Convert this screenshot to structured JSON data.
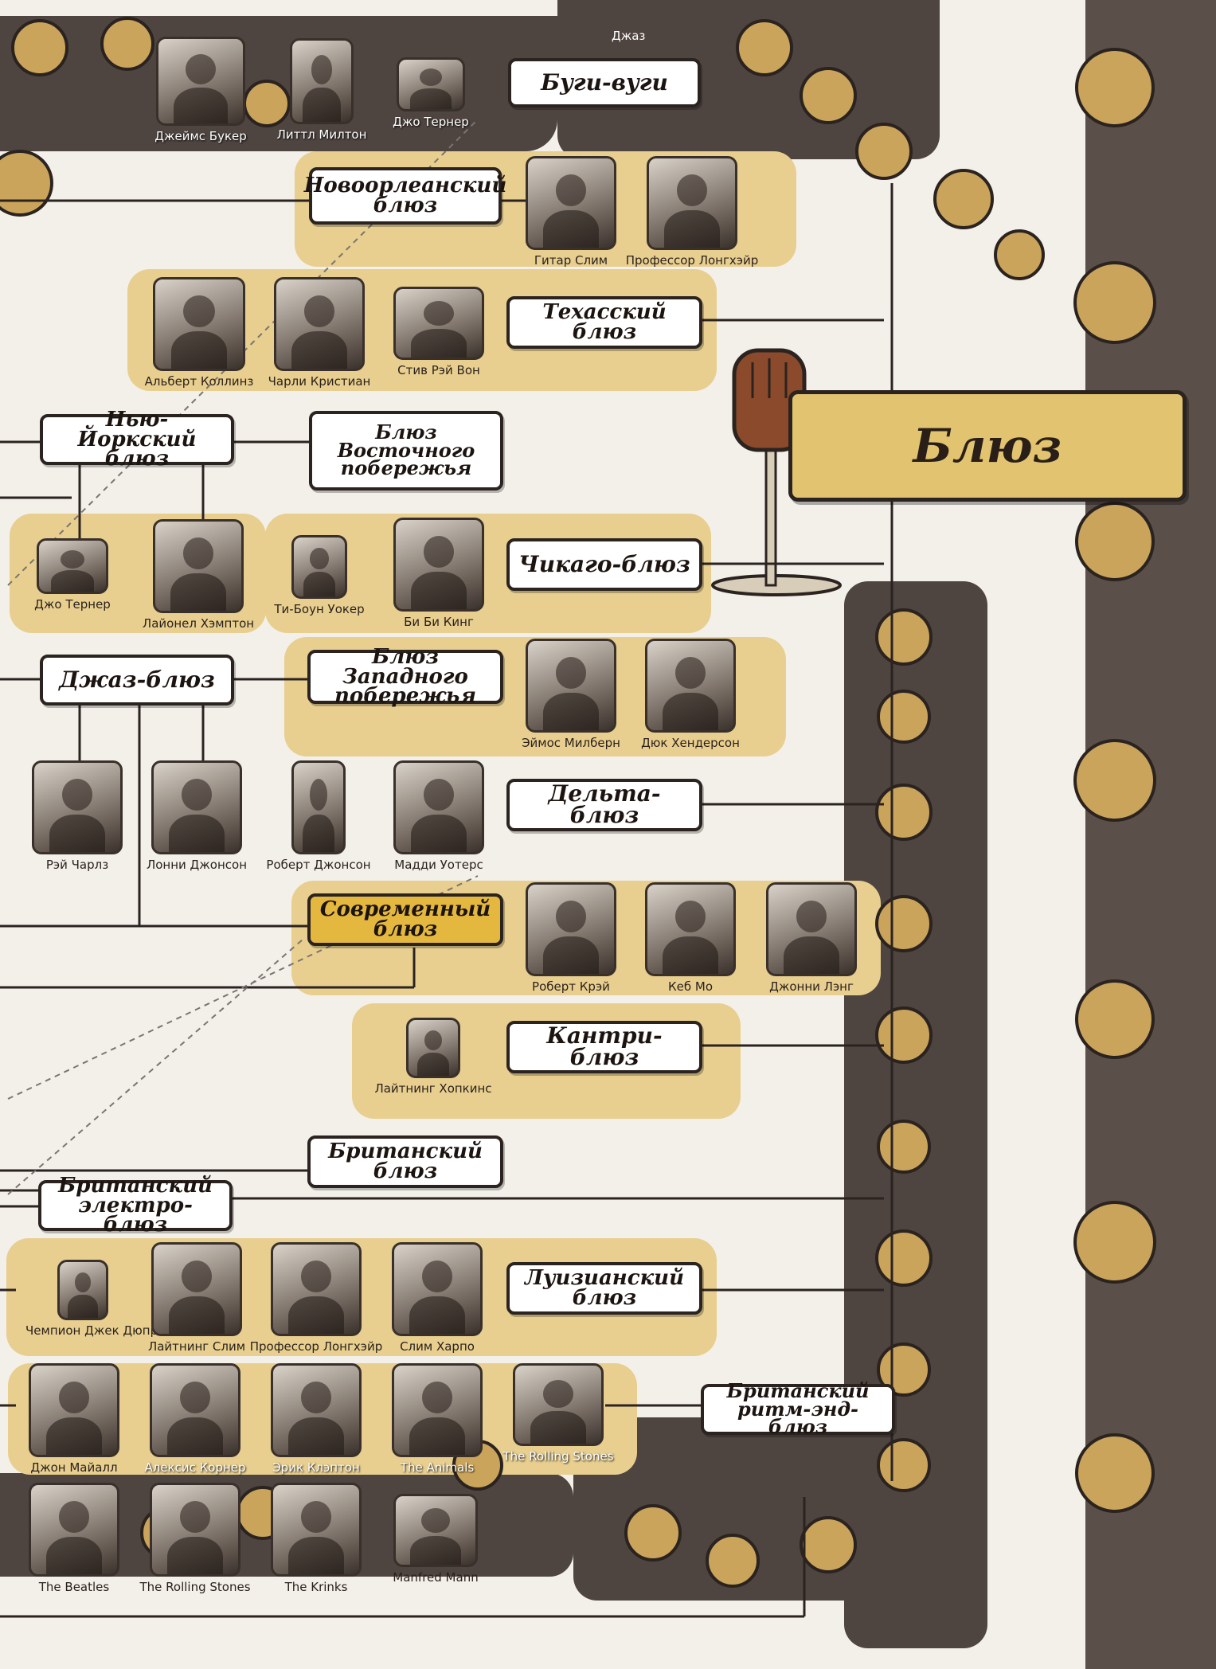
{
  "central_genre": "Блюз",
  "top_label": "Джаз",
  "genres": [
    {
      "id": "boogie",
      "label": "Буги-вуги"
    },
    {
      "id": "new_orleans",
      "label": "Новоорлеанский\nблюз"
    },
    {
      "id": "texas",
      "label": "Техасский\nблюз"
    },
    {
      "id": "new_york",
      "label": "Нью-Йоркский\nблюз"
    },
    {
      "id": "east_coast",
      "label": "Блюз\nВосточного\nпобережья"
    },
    {
      "id": "chicago",
      "label": "Чикаго-блюз"
    },
    {
      "id": "jazz_blues",
      "label": "Джаз-блюз"
    },
    {
      "id": "west_coast",
      "label": "Блюз Западного\nпобережья"
    },
    {
      "id": "delta",
      "label": "Дельта-блюз"
    },
    {
      "id": "modern",
      "label": "Современный\nблюз"
    },
    {
      "id": "country",
      "label": "Кантри-блюз"
    },
    {
      "id": "british",
      "label": "Британский\nблюз"
    },
    {
      "id": "british_electro",
      "label": "Британский\nэлектро-блюз"
    },
    {
      "id": "louisiana",
      "label": "Луизианский\nблюз"
    },
    {
      "id": "british_rnb",
      "label": "Британский\nритм-энд-блюз"
    }
  ],
  "people": [
    {
      "name": "Джеймс Букер",
      "icon": "portrait-photo"
    },
    {
      "name": "Литтл Милтон",
      "icon": "portrait-photo"
    },
    {
      "name": "Джо Тернер",
      "icon": "portrait-photo"
    },
    {
      "name": "Гитар Слим",
      "icon": "portrait-photo"
    },
    {
      "name": "Профессор Лонгхэйр",
      "icon": "portrait-photo"
    },
    {
      "name": "Альберт Коллинз",
      "icon": "portrait-photo"
    },
    {
      "name": "Чарли Кристиан",
      "icon": "portrait-photo"
    },
    {
      "name": "Стив Рэй Вон",
      "icon": "portrait-photo"
    },
    {
      "name": "Джо Тернер",
      "icon": "portrait-photo"
    },
    {
      "name": "Лайонел Хэмптон",
      "icon": "portrait-photo"
    },
    {
      "name": "Ти-Боун Уокер",
      "icon": "portrait-photo"
    },
    {
      "name": "Би Би Кинг",
      "icon": "portrait-photo"
    },
    {
      "name": "Эймос Милберн",
      "icon": "portrait-photo"
    },
    {
      "name": "Дюк Хендерсон",
      "icon": "portrait-photo"
    },
    {
      "name": "Рэй Чарлз",
      "icon": "portrait-photo"
    },
    {
      "name": "Лонни Джонсон",
      "icon": "portrait-photo"
    },
    {
      "name": "Роберт Джонсон",
      "icon": "portrait-photo"
    },
    {
      "name": "Мадди Уотерс",
      "icon": "portrait-photo"
    },
    {
      "name": "Роберт Крэй",
      "icon": "portrait-photo"
    },
    {
      "name": "Кеб Мо",
      "icon": "portrait-photo"
    },
    {
      "name": "Джонни Лэнг",
      "icon": "portrait-photo"
    },
    {
      "name": "Лайтнинг Хопкинс",
      "icon": "portrait-photo"
    },
    {
      "name": "Чемпион Джек Дюпри",
      "icon": "portrait-photo"
    },
    {
      "name": "Лайтнинг Слим",
      "icon": "portrait-photo"
    },
    {
      "name": "Профессор Лонгхэйр",
      "icon": "portrait-photo"
    },
    {
      "name": "Слим Харпо",
      "icon": "portrait-photo"
    },
    {
      "name": "Джон Майалл",
      "icon": "portrait-photo"
    },
    {
      "name": "Алексис Корнер",
      "icon": "portrait-photo"
    },
    {
      "name": "Эрик Клэптон",
      "icon": "portrait-photo"
    },
    {
      "name": "The Animals",
      "icon": "portrait-photo"
    },
    {
      "name": "The Rolling Stones",
      "icon": "portrait-photo"
    },
    {
      "name": "The Beatles",
      "icon": "portrait-photo"
    },
    {
      "name": "The Rolling Stones",
      "icon": "portrait-photo"
    },
    {
      "name": "The Krinks",
      "icon": "portrait-photo"
    },
    {
      "name": "Manfred Mann",
      "icon": "portrait-photo"
    }
  ],
  "colors": {
    "band": "#e8cf8f",
    "highlight": "#e4b73e",
    "frame": "#4e4440",
    "ornament": "#caa45a"
  }
}
